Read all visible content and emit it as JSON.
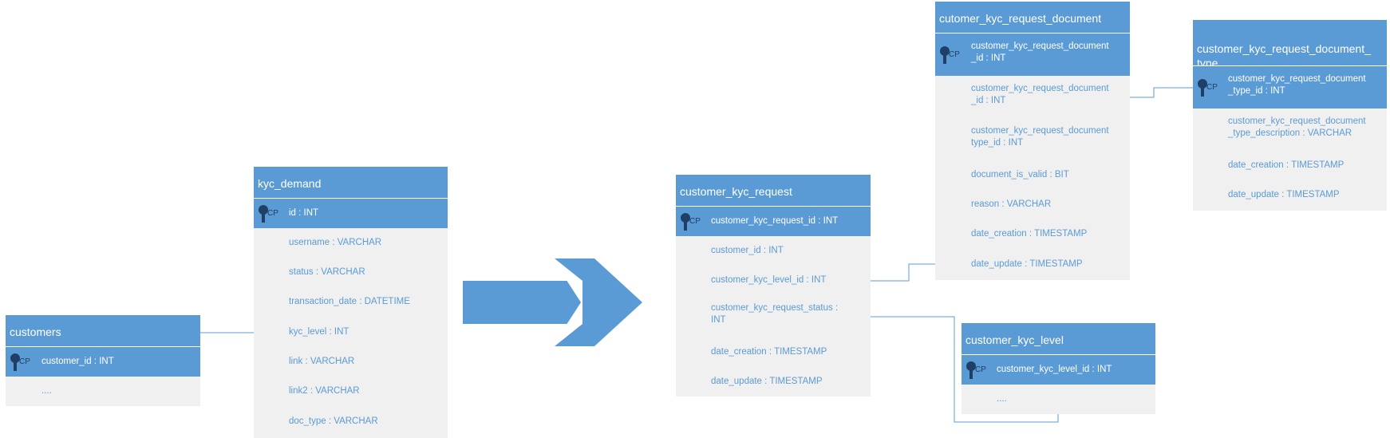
{
  "key_marker": "CP",
  "entities": {
    "customers": {
      "title": "customers",
      "pk": "customer_id : INT",
      "fields": [
        "...."
      ]
    },
    "kyc_demand": {
      "title": "kyc_demand",
      "pk": "id : INT",
      "fields": [
        "username : VARCHAR",
        "status : VARCHAR",
        "transaction_date : DATETIME",
        "kyc_level : INT",
        "link : VARCHAR",
        "link2 : VARCHAR",
        "doc_type : VARCHAR"
      ]
    },
    "customer_kyc_request": {
      "title": "customer_kyc_request",
      "pk": "customer_kyc_request_id : INT",
      "fields": [
        "customer_id : INT",
        "customer_kyc_level_id : INT",
        "customer_kyc_request_status :\nINT",
        "date_creation : TIMESTAMP",
        "date_update : TIMESTAMP"
      ]
    },
    "cutomer_kyc_request_document": {
      "title": "cutomer_kyc_request_document",
      "pk": "customer_kyc_request_document\n_id : INT",
      "fields": [
        "customer_kyc_request_document\n_id : INT",
        "customer_kyc_request_document\ntype_id : INT",
        "document_is_valid : BIT",
        "reason : VARCHAR",
        "date_creation : TIMESTAMP",
        "date_update : TIMESTAMP"
      ]
    },
    "customer_kyc_request_document_type": {
      "title": "customer_kyc_request_document_\ntype",
      "pk": "customer_kyc_request_document\n_type_id : INT",
      "fields": [
        "customer_kyc_request_document\n_type_description : VARCHAR",
        "date_creation : TIMESTAMP",
        "date_update : TIMESTAMP"
      ]
    },
    "customer_kyc_level": {
      "title": "customer_kyc_level",
      "pk": "customer_kyc_level_id : INT",
      "fields": [
        "...."
      ]
    }
  },
  "colors": {
    "entity_header": "#5b9bd5",
    "entity_body": "#f0f0f0",
    "field_text": "#5b9bd5",
    "connector": "#5b9bd5",
    "arrow": "#5b9bd5"
  }
}
